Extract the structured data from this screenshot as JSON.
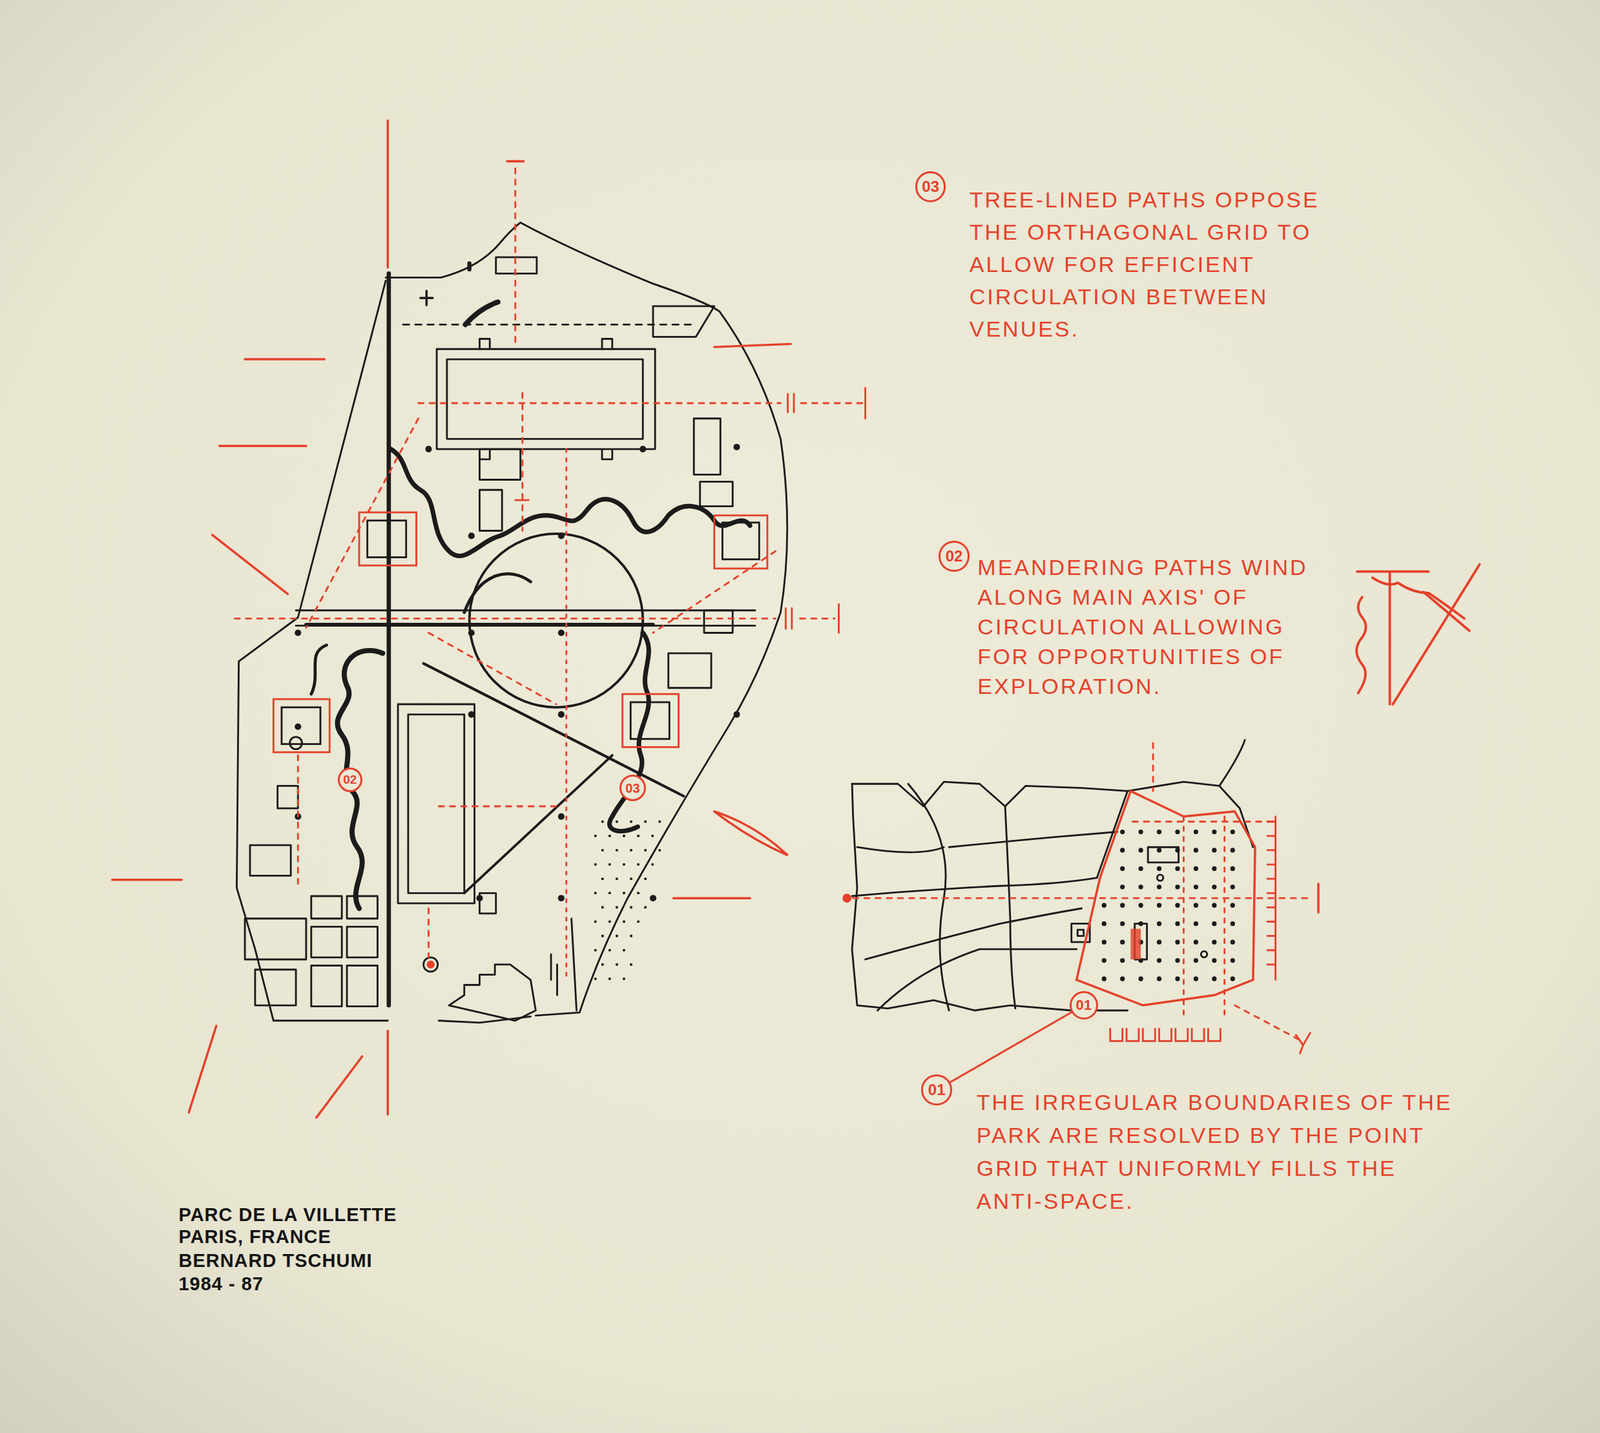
{
  "diagram": {
    "nodes": [
      {
        "text": [
          "03"
        ]
      },
      {
        "text": [
          "02"
        ]
      },
      {
        "text": [
          "02"
        ]
      },
      {
        "text": [
          "03"
        ]
      },
      {
        "text": [
          "01"
        ]
      },
      {
        "text": [
          "01"
        ]
      }
    ],
    "edges": [
      {
        "from": 4,
        "to": 5,
        "arrow": "none"
      }
    ],
    "labels": [
      "TREE-LINED PATHS OPPOSE THE ORTHAGONAL GRID TO ALLOW FOR EFFICIENT CIRCULATION BETWEEN VENUES.",
      "MEANDERING PATHS WIND ALONG MAIN AXIS' OF CIRCULATION ALLOWING FOR OPPORTUNITIES OF EXPLORATION.",
      "THE IRREGULAR BOUNDARIES OF THE PARK ARE RESOLVED BY THE POINT GRID THAT UNIFORMLY FILLS THE ANTI-SPACE.",
      "PARC DE LA VILLETTE",
      "PARIS, FRANCE",
      "BERNARD TSCHUMI",
      "1984 - 87"
    ]
  }
}
